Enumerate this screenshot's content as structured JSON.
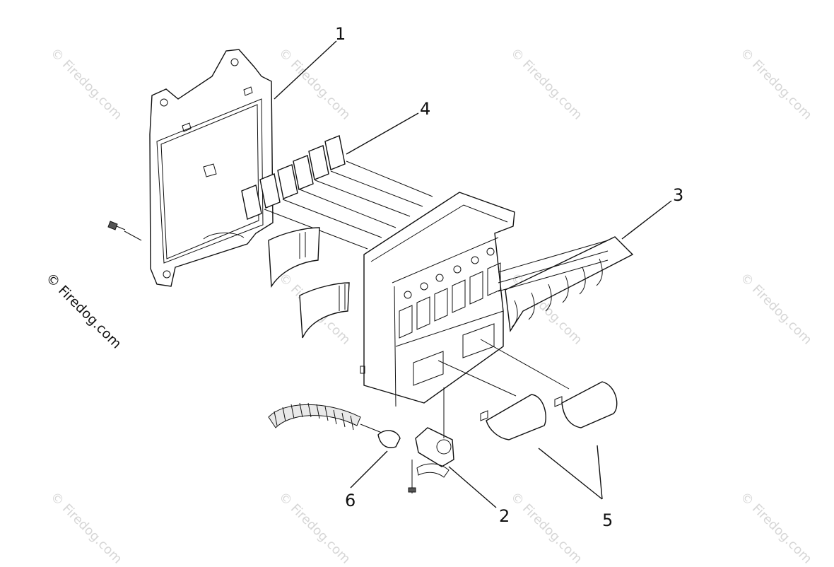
{
  "watermark": {
    "text": "© Firedog.com"
  },
  "main_watermark": {
    "text": "© Firedog.com"
  },
  "callouts": {
    "c1": "1",
    "c2": "2",
    "c3": "3",
    "c4": "4",
    "c5": "5",
    "c6": "6"
  },
  "colors": {
    "line": "#111111",
    "watermark": "#d6d6d6",
    "background": "#ffffff"
  }
}
